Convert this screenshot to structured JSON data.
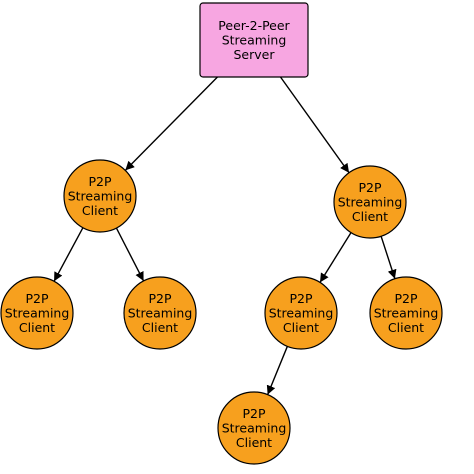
{
  "colors": {
    "server_fill": "#f7a6e1",
    "client_fill": "#f7a01e",
    "stroke": "#000000",
    "edge": "#000000"
  },
  "server": {
    "lines": [
      "Peer-2-Peer",
      "Streaming",
      "Server"
    ]
  },
  "client_label": {
    "lines": [
      "P2P",
      "Streaming",
      "Client"
    ]
  },
  "nodes": [
    {
      "id": "server",
      "kind": "server"
    },
    {
      "id": "client-1",
      "kind": "client"
    },
    {
      "id": "client-2",
      "kind": "client"
    },
    {
      "id": "client-1-1",
      "kind": "client"
    },
    {
      "id": "client-1-2",
      "kind": "client"
    },
    {
      "id": "client-2-1",
      "kind": "client"
    },
    {
      "id": "client-2-2",
      "kind": "client"
    },
    {
      "id": "client-2-1-1",
      "kind": "client"
    }
  ],
  "edges": [
    {
      "from": "server",
      "to": "client-1"
    },
    {
      "from": "server",
      "to": "client-2"
    },
    {
      "from": "client-1",
      "to": "client-1-1"
    },
    {
      "from": "client-1",
      "to": "client-1-2"
    },
    {
      "from": "client-2",
      "to": "client-2-1"
    },
    {
      "from": "client-2",
      "to": "client-2-2"
    },
    {
      "from": "client-2-1",
      "to": "client-2-1-1"
    }
  ]
}
